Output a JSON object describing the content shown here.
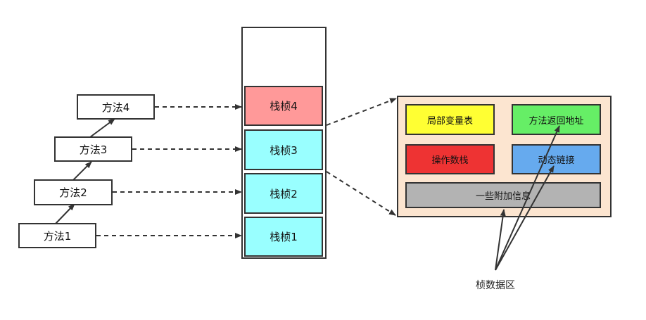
{
  "methods": {
    "m1": "方法1",
    "m2": "方法2",
    "m3": "方法3",
    "m4": "方法4"
  },
  "stack_frames": {
    "f1": "栈桢1",
    "f2": "栈桢2",
    "f3": "栈桢3",
    "f4": "栈桢4"
  },
  "frame_detail": {
    "local_vars": "局部变量表",
    "return_address": "方法返回地址",
    "operand_stack": "操作数栈",
    "dynamic_linking": "动态链接",
    "extra_info": "一些附加信息"
  },
  "annotation": {
    "frame_data_area": "桢数据区"
  },
  "colors": {
    "frame_top": "#ff9999",
    "frame_other": "#99ffff",
    "detail_background": "#fce5d0",
    "local_vars": "#ffff33",
    "return_address": "#66ee66",
    "operand_stack": "#ee3333",
    "dynamic_linking": "#66aaee",
    "extra_info": "#b3b3b3",
    "line": "#333333"
  }
}
